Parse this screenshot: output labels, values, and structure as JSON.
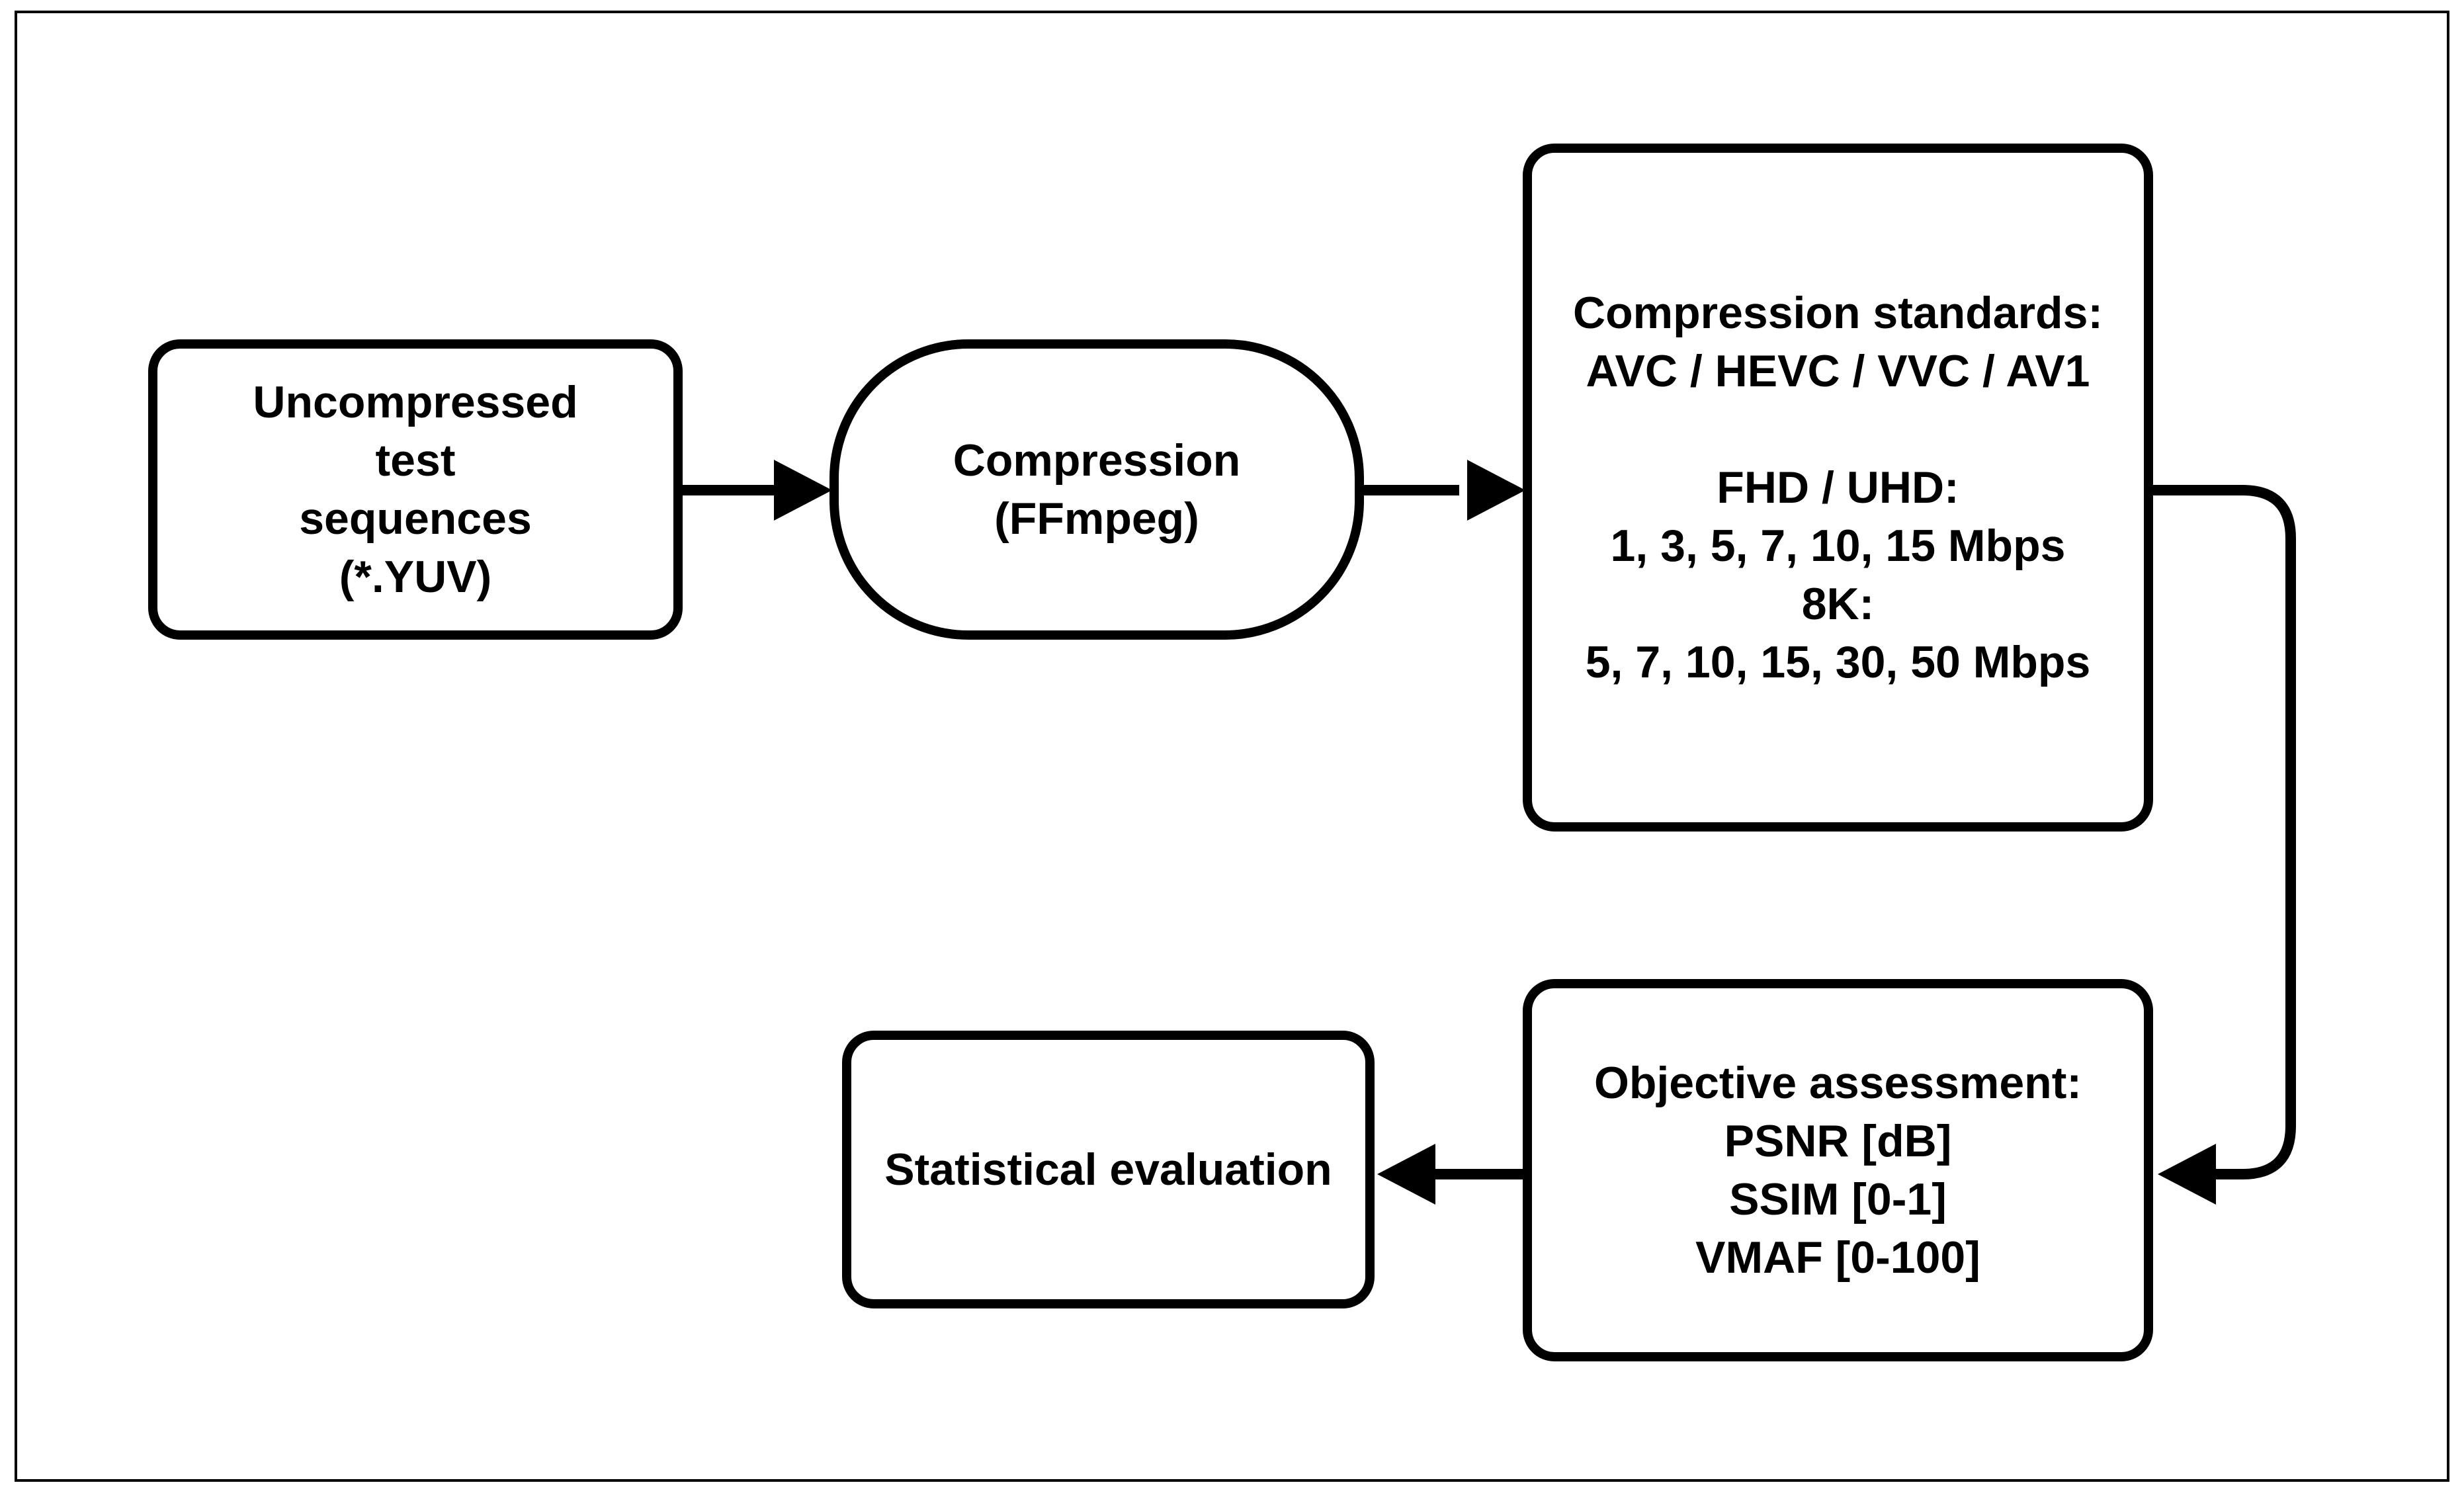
{
  "diagram": {
    "type": "flowchart",
    "background_color": "#ffffff",
    "stroke_color": "#000000",
    "nodes": {
      "uncompressed": {
        "shape": "rounded-rectangle",
        "lines": [
          "Uncompressed",
          "test",
          "sequences",
          "(*.YUV)"
        ]
      },
      "compression": {
        "shape": "stadium",
        "lines": [
          "Compression",
          "(FFmpeg)"
        ]
      },
      "standards": {
        "shape": "rounded-rectangle",
        "lines": [
          "Compression standards:",
          "AVC / HEVC / VVC / AV1",
          "",
          "FHD / UHD:",
          "1, 3, 5, 7, 10, 15 Mbps",
          "8K:",
          "5, 7, 10, 15, 30, 50 Mbps"
        ]
      },
      "objective": {
        "shape": "rounded-rectangle",
        "lines": [
          "Objective assessment:",
          "PSNR [dB]",
          "SSIM [0-1]",
          "VMAF [0-100]"
        ]
      },
      "statistical": {
        "shape": "rounded-rectangle",
        "lines": [
          "Statistical evaluation"
        ]
      }
    },
    "edges": [
      {
        "from": "uncompressed",
        "to": "compression",
        "style": "straight-arrow"
      },
      {
        "from": "compression",
        "to": "standards",
        "style": "straight-arrow"
      },
      {
        "from": "standards",
        "to": "objective",
        "style": "elbow-arrow"
      },
      {
        "from": "objective",
        "to": "statistical",
        "style": "straight-arrow"
      }
    ]
  }
}
